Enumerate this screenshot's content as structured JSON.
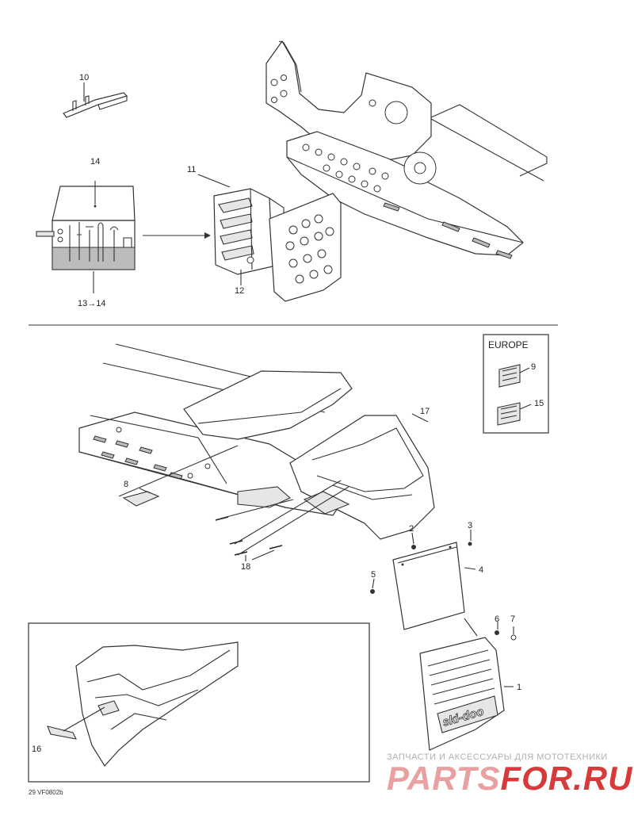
{
  "callouts": {
    "c1": "1",
    "c2": "2",
    "c3": "3",
    "c4": "4",
    "c5": "5",
    "c6": "6",
    "c7": "7",
    "c8": "8",
    "c9": "9",
    "c10": "10",
    "c11": "11",
    "c12": "12",
    "c13_14": "13→14",
    "c14": "14",
    "c15": "15",
    "c16": "16",
    "c17": "17",
    "c18": "18"
  },
  "europe_box": {
    "label": "EUROPE"
  },
  "drawing_code": "29 VF0802b",
  "watermark": {
    "tagline": "ЗАПЧАСТИ И АКСЕССУАРЫ ДЛЯ МОТОТЕХНИКИ",
    "brand_left": "PARTS",
    "brand_right": "FOR.RU",
    "color_left": "#e8a0a0",
    "color_right": "#d63a3a"
  },
  "logo": {
    "text": "ski-doo"
  }
}
